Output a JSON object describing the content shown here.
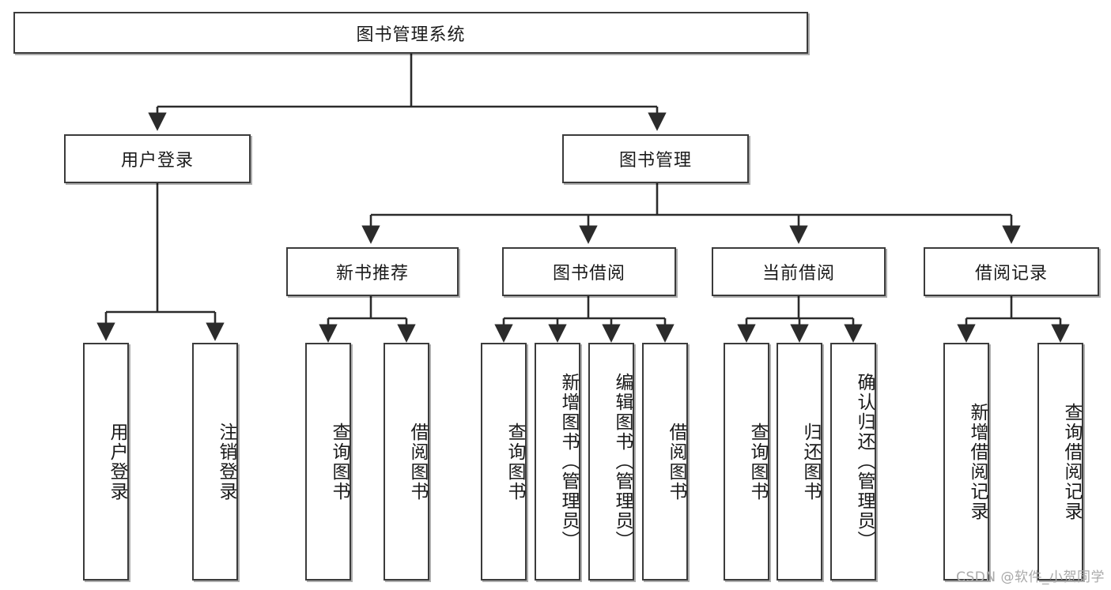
{
  "diagram": {
    "type": "tree",
    "title": "图书管理系统",
    "watermark": "CSDN @软件_小贺同学",
    "colors": {
      "box_stroke": "#3b3b3b",
      "box_fill": "#ffffff",
      "line": "#2b2b2b",
      "text": "#1a1a1a",
      "watermark": "#a9a9a9"
    },
    "nodes": {
      "root": {
        "label": "图书管理系统",
        "level": 1,
        "orientation": "horizontal"
      },
      "l2": [
        {
          "id": "user-login",
          "label": "用户登录",
          "orientation": "horizontal"
        },
        {
          "id": "book-manage",
          "label": "图书管理",
          "orientation": "horizontal"
        }
      ],
      "l3": [
        {
          "id": "new-book-rec",
          "label": "新书推荐",
          "orientation": "horizontal"
        },
        {
          "id": "book-borrow",
          "label": "图书借阅",
          "orientation": "horizontal"
        },
        {
          "id": "current-borrow",
          "label": "当前借阅",
          "orientation": "horizontal"
        },
        {
          "id": "borrow-record",
          "label": "借阅记录",
          "orientation": "horizontal"
        }
      ],
      "leaves": {
        "user-login": [
          {
            "id": "leaf-user-login",
            "label": "用户登录"
          },
          {
            "id": "leaf-logout",
            "label": "注销登录"
          }
        ],
        "new-book-rec": [
          {
            "id": "leaf-query-book-1",
            "label": "查询图书"
          },
          {
            "id": "leaf-borrow-book-1",
            "label": "借阅图书"
          }
        ],
        "book-borrow": [
          {
            "id": "leaf-query-book-2",
            "label": "查询图书"
          },
          {
            "id": "leaf-add-book",
            "label": "新增图书（管理员）"
          },
          {
            "id": "leaf-edit-book",
            "label": "编辑图书（管理员）"
          },
          {
            "id": "leaf-borrow-book-2",
            "label": "借阅图书"
          }
        ],
        "current-borrow": [
          {
            "id": "leaf-query-book-3",
            "label": "查询图书"
          },
          {
            "id": "leaf-return-book",
            "label": "归还图书"
          },
          {
            "id": "leaf-confirm-return",
            "label": "确认归还（管理员）"
          }
        ],
        "borrow-record": [
          {
            "id": "leaf-add-record",
            "label": "新增借阅记录"
          },
          {
            "id": "leaf-query-record",
            "label": "查询借阅记录"
          }
        ]
      }
    }
  }
}
